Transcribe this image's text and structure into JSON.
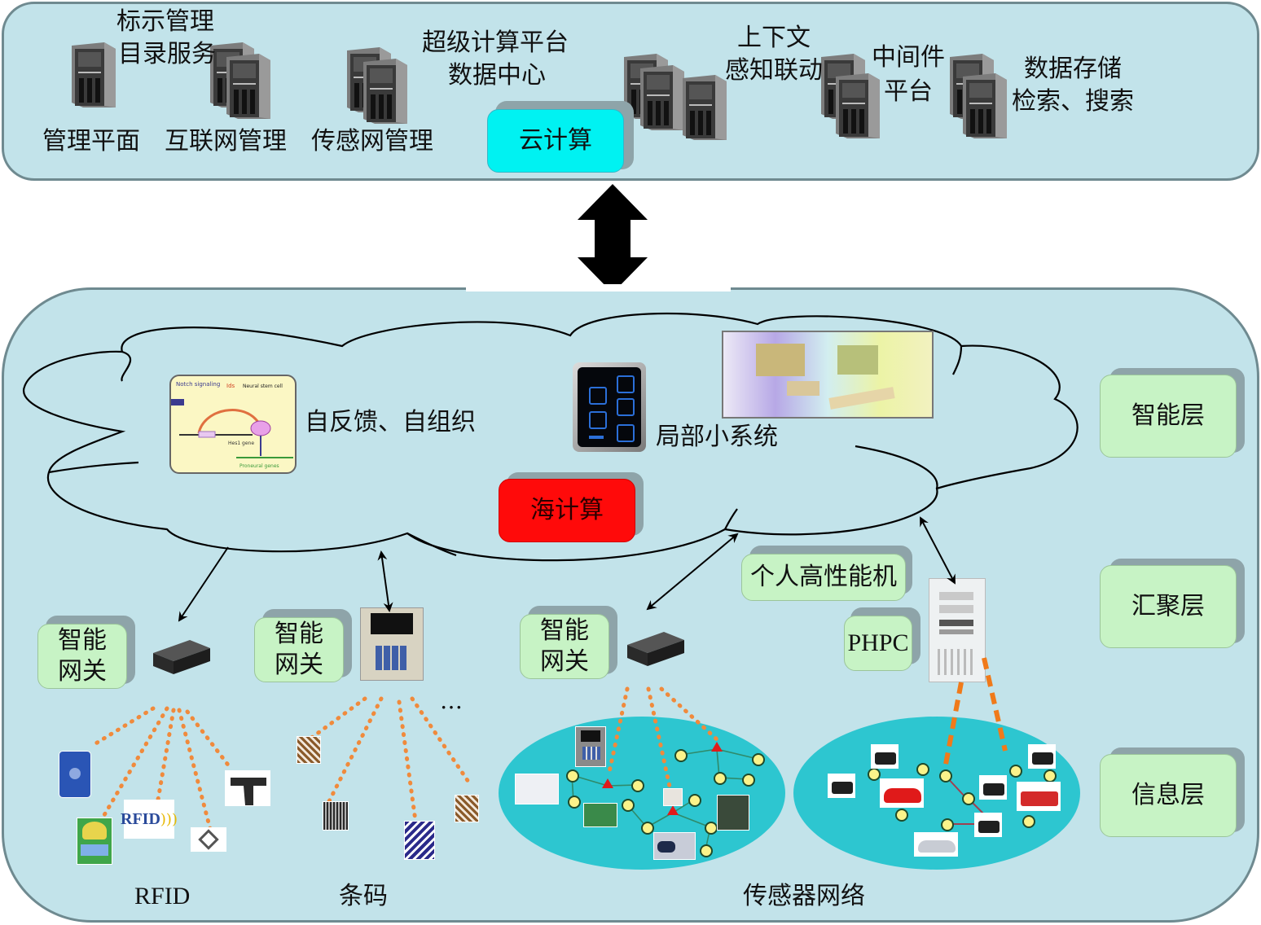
{
  "top_layer": {
    "cloud_computing_label": "云计算",
    "servers": [
      {
        "label": "管理平面"
      },
      {
        "label": "标示管理\n目录服务"
      },
      {
        "label": "互联网管理"
      },
      {
        "label": "传感网管理"
      },
      {
        "label": "超级计算平台\n数据中心"
      },
      {
        "label": "上下文\n感知联动"
      },
      {
        "label": "中间件\n平台"
      },
      {
        "label": "数据存储\n检索、搜索"
      }
    ],
    "labels": {
      "mgmt_plane": "管理平面",
      "id_mgmt_line1": "标示管理",
      "id_mgmt_line2": "目录服务",
      "internet_mgmt": "互联网管理",
      "sensor_mgmt": "传感网管理",
      "supercomputing_line1": "超级计算平台",
      "supercomputing_line2": "数据中心",
      "context_line1": "上下文",
      "context_line2": "感知联动",
      "middleware_line1": "中间件",
      "middleware_line2": "平台",
      "storage_line1": "数据存储",
      "storage_line2": "检索、搜索"
    }
  },
  "connector": {
    "type": "bidirectional-arrow",
    "color": "#000000"
  },
  "bottom_layer": {
    "sea_computing_label": "海计算",
    "cloud_labels": {
      "self_feedback": "自反馈、自组织",
      "local_system": "局部小系统"
    },
    "diagram_thumb_text": {
      "notch": "Notch signaling",
      "hes": "Ids",
      "neural": "Neural stem cell",
      "gene": "Hes1 gene",
      "proneural": "Proneural genes"
    },
    "layers": [
      {
        "label": "智能层"
      },
      {
        "label": "汇聚层"
      },
      {
        "label": "信息层"
      }
    ],
    "gateways": [
      {
        "line1": "智能",
        "line2": "网关"
      },
      {
        "line1": "智能",
        "line2": "网关"
      },
      {
        "line1": "智能",
        "line2": "网关"
      }
    ],
    "personal_hpc": "个人高性能机",
    "phpc": "PHPC",
    "ellipsis": "…",
    "rfid_logo_text": "RFID",
    "groups": {
      "rfid": "RFID",
      "barcode": "条码",
      "sensor_network": "传感器网络"
    }
  },
  "colors": {
    "panel_bg": "#c2e3ea",
    "panel_border": "#6f8a90",
    "cloud_box": "#00f2f2",
    "sea_box": "#ff0a0a",
    "layer_box": "#c7f3c5",
    "sensor_ellipse": "#2dc6d0",
    "dotted_link": "#f08a3c"
  }
}
